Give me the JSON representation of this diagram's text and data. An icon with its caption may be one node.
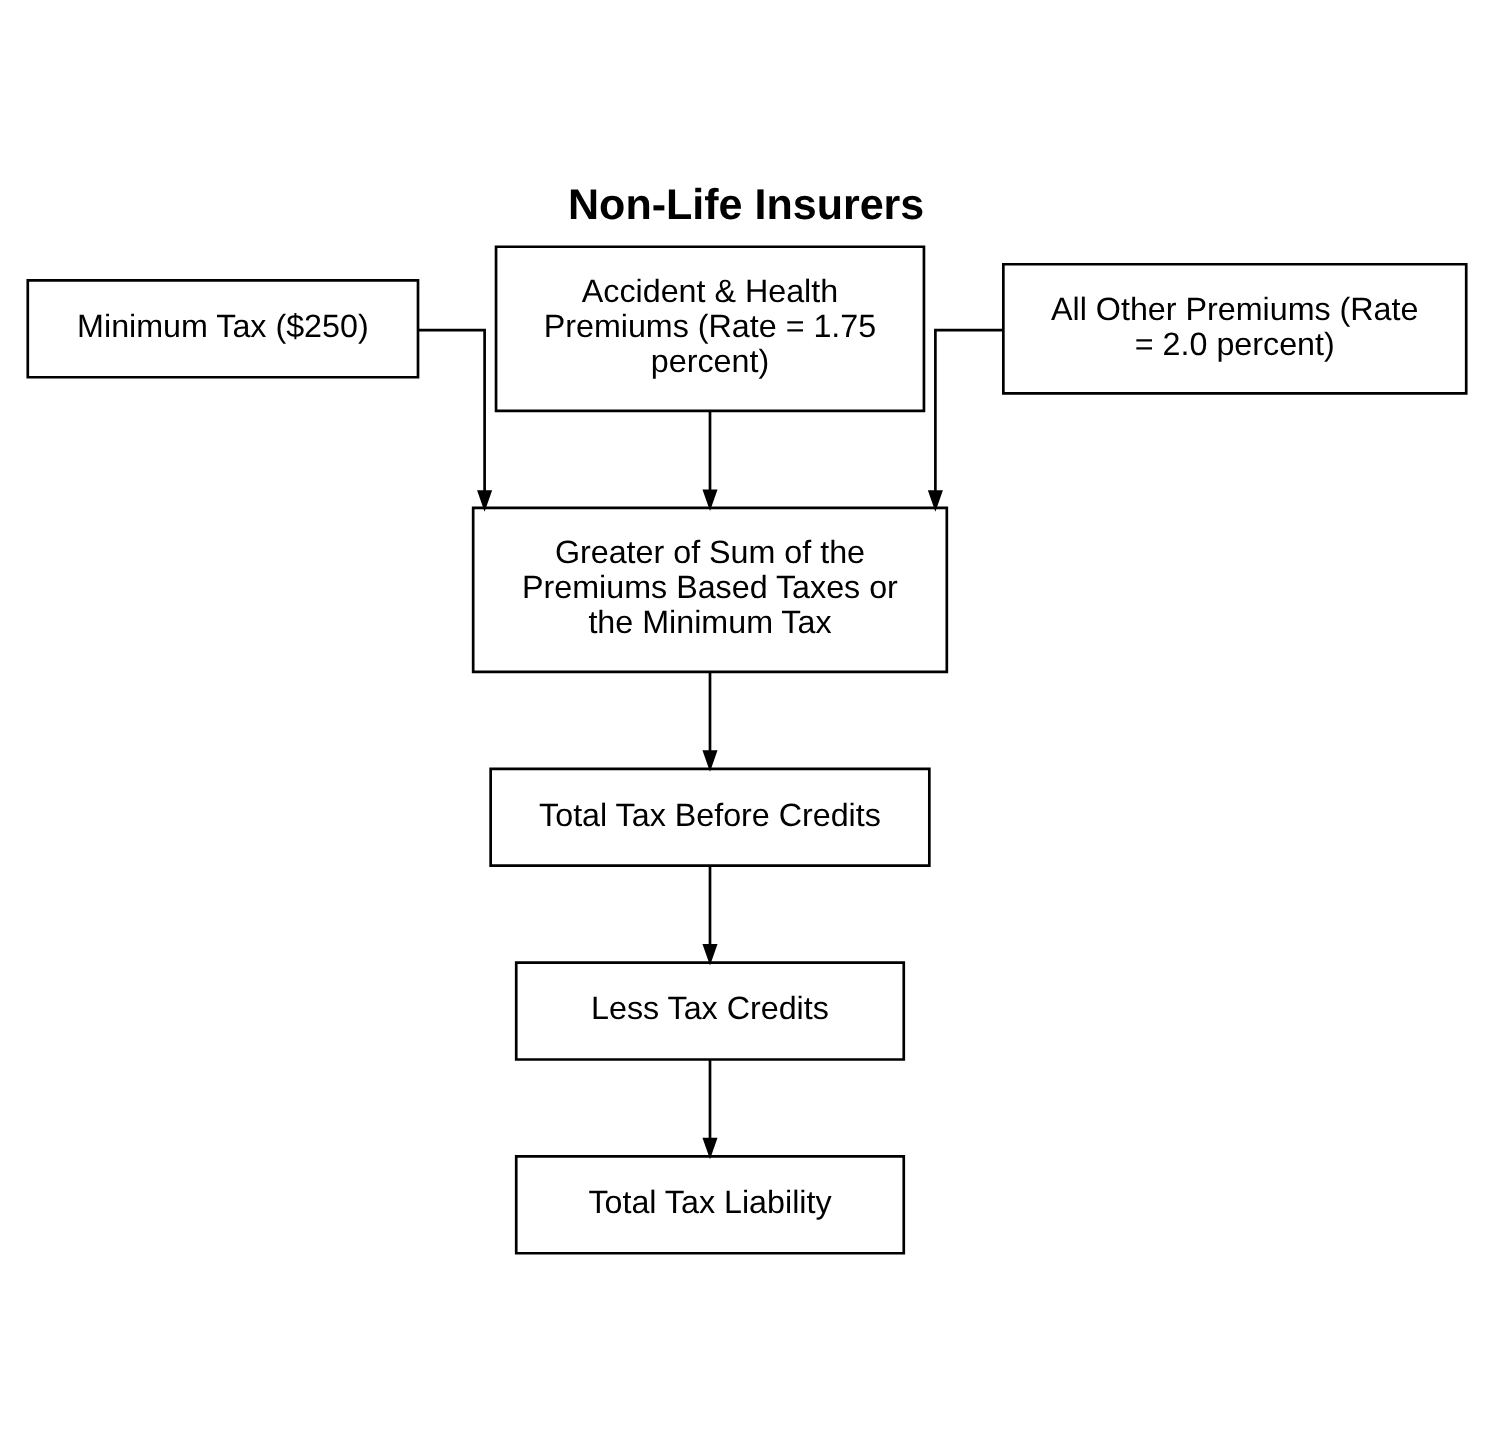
{
  "diagram": {
    "title": "Non-Life Insurers",
    "nodes": [
      {
        "text": [
          "Minimum Tax ($250)"
        ]
      },
      {
        "text": [
          "Accident & Health Premiums (Rate = 1.75 percent)"
        ]
      },
      {
        "text": [
          "All Other Premiums (Rate = 2.0 percent)"
        ]
      },
      {
        "text": [
          "Greater of Sum of the Premiums Based Taxes or the Minimum Tax"
        ]
      },
      {
        "text": [
          "Total Tax Before Credits"
        ]
      },
      {
        "text": [
          "Less Tax Credits"
        ]
      },
      {
        "text": [
          "Total Tax Liability"
        ]
      }
    ],
    "edges": [
      {
        "from": 0,
        "to": 3,
        "arrow": "to"
      },
      {
        "from": 1,
        "to": 3,
        "arrow": "to"
      },
      {
        "from": 2,
        "to": 3,
        "arrow": "to"
      },
      {
        "from": 3,
        "to": 4,
        "arrow": "to"
      },
      {
        "from": 4,
        "to": 5,
        "arrow": "to"
      },
      {
        "from": 5,
        "to": 6,
        "arrow": "to"
      }
    ]
  }
}
